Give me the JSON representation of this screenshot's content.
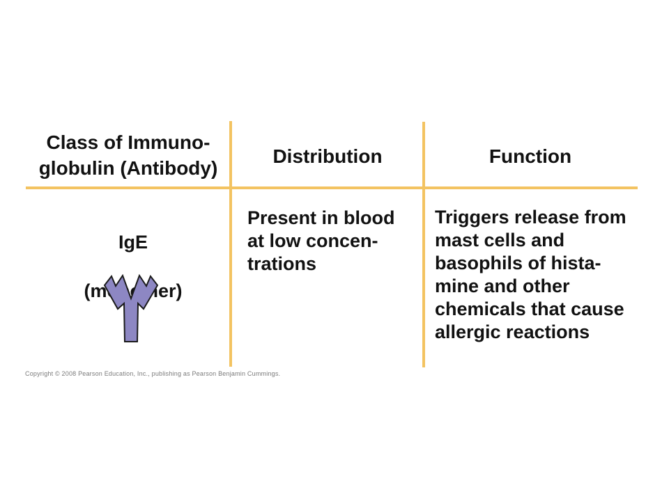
{
  "table": {
    "headers": [
      {
        "label": "Class of Immuno-\nglobulin (Antibody)"
      },
      {
        "label": "Distribution"
      },
      {
        "label": "Function"
      }
    ],
    "row": {
      "class_name": "IgE",
      "class_form": "(monomer)",
      "distribution": "Present in blood\nat low concen-\ntrations",
      "function": "Triggers release from\nmast cells and\nbasophils of hista-\nmine and other\nchemicals that cause\nallergic reactions"
    }
  },
  "icon": {
    "name": "ige-monomer-antibody-icon",
    "fill": "#8d87c3",
    "outline": "#1a1a1a"
  },
  "colors": {
    "divider": "#f3c361",
    "text": "#111111",
    "copyright_text": "#7a7a7a",
    "background": "#ffffff"
  },
  "footer": {
    "copyright": "Copyright © 2008 Pearson Education, Inc., publishing as Pearson Benjamin Cummings."
  }
}
